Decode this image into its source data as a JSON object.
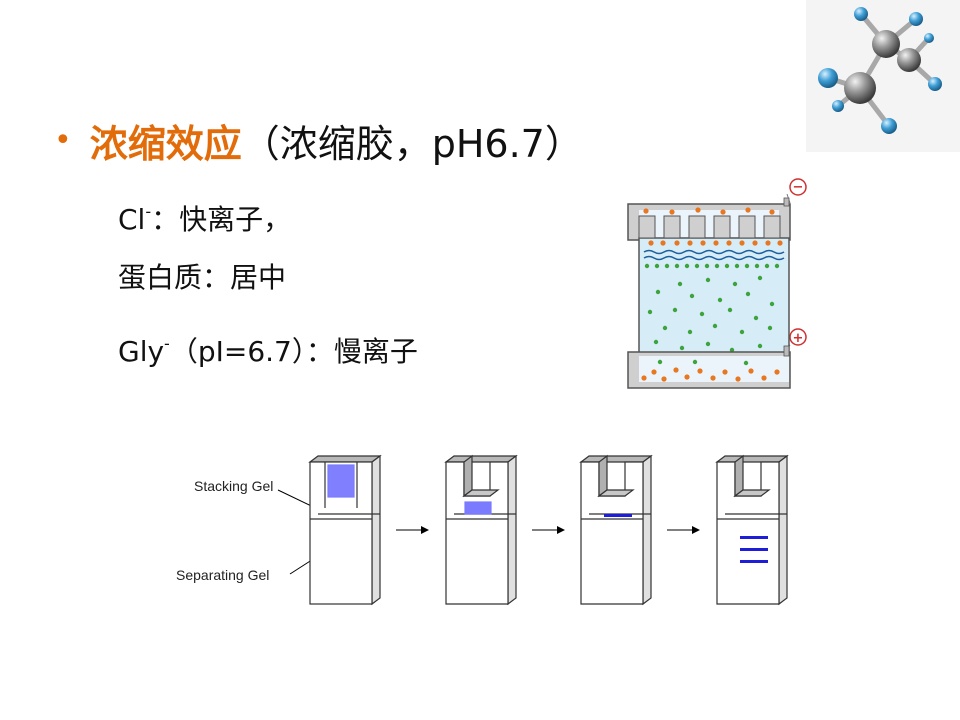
{
  "title": {
    "bullet": "•",
    "highlight": "浓缩效应",
    "rest": "（浓缩胶，pH6.7）"
  },
  "lines": [
    {
      "pre": "Cl",
      "sup": "-",
      "post": "：快离子，"
    },
    {
      "pre": "蛋白质：居中",
      "sup": "",
      "post": ""
    },
    {
      "pre": "Gly",
      "sup": "-",
      "post": "（pI=6.7）：慢离子"
    }
  ],
  "apparatus": {
    "cathode_sign": "−",
    "anode_sign": "+"
  },
  "gel_diagram": {
    "stacking_label": "Stacking Gel",
    "separating_label": "Separating Gel"
  },
  "colors": {
    "accent": "#E36C0A",
    "protein_band": "#7B7BFF",
    "band_dark": "#1E1ED8",
    "chloride_ion": "#E87722",
    "glycine_ion": "#3DA33D",
    "electrode_sign": "#D03030"
  },
  "icons": {
    "molecule": "molecule-3d-icon"
  }
}
